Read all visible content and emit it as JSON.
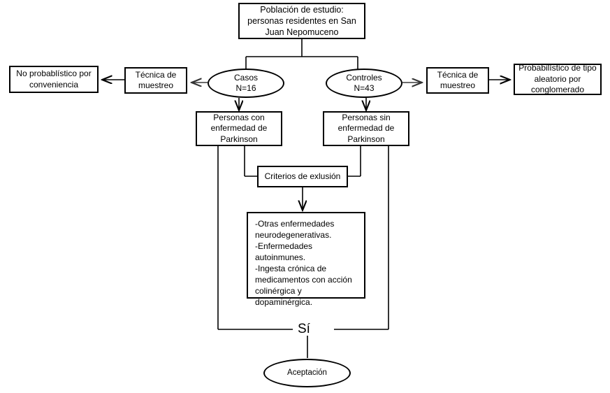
{
  "diagram": {
    "title_text": "",
    "background_color": "#ffffff",
    "line_color": "#000000",
    "nodes": {
      "population": {
        "shape": "box",
        "text": "Población de estudio: personas residentes en San Juan Nepomuceno"
      },
      "cases": {
        "shape": "oval",
        "text": "Casos\nN=16",
        "line1": "Casos",
        "line2": "N=16",
        "count": 16
      },
      "controls": {
        "shape": "oval",
        "text": "Controles\nN=43",
        "line1": "Controles",
        "line2": "N=43",
        "count": 43
      },
      "sampling_left": {
        "shape": "box",
        "text": "Técnica de muestreo"
      },
      "sampling_right": {
        "shape": "box",
        "text": "Técnica de muestreo"
      },
      "non_probabilistic": {
        "shape": "box",
        "text": "No probablístico por conveniencia"
      },
      "probabilistic": {
        "shape": "box",
        "text": "Probabilístico de tipo aleatorio por conglomerado"
      },
      "with_parkinson": {
        "shape": "box",
        "text": "Personas con enfermedad de Parkinson"
      },
      "without_parkinson": {
        "shape": "box",
        "text": "Personas sin enfermedad de Parkinson"
      },
      "exclusion_criteria": {
        "shape": "box",
        "text": "Criterios de exlusión"
      },
      "exclusion_list": {
        "shape": "box",
        "text": "-Otras enfermedades neurodegenerativas.\n-Enfermedades autoinmunes.\n-Ingesta crónica de medicamentos con acción colinérgica y dopaminérgica.",
        "items": [
          "-Otras enfermedades neurodegenerativas.",
          "-Enfermedades autoinmunes.",
          "-Ingesta crónica de medicamentos con acción colinérgica y dopaminérgica."
        ]
      },
      "acceptance": {
        "shape": "oval",
        "text": "Aceptación"
      }
    },
    "edge_labels": {
      "yes": "Sí"
    }
  }
}
